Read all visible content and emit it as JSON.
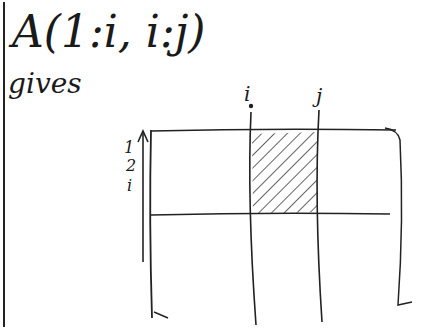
{
  "diagram": {
    "labels": [
      "A(1:i, i:j)",
      "gives",
      "i",
      "j",
      "1",
      "2",
      "i"
    ]
  }
}
